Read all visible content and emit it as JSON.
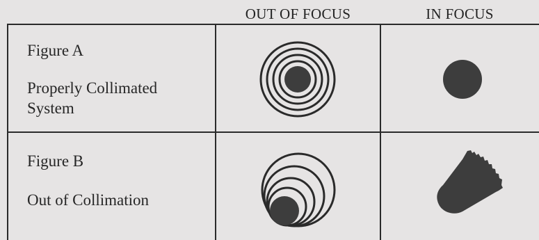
{
  "headers": {
    "out_of_focus": "OUT OF FOCUS",
    "in_focus": "IN FOCUS"
  },
  "rows": [
    {
      "figure": "Figure A",
      "description_line1": "Properly Collimated",
      "description_line2": "System"
    },
    {
      "figure": "Figure B",
      "description_line1": "Out of Collimation",
      "description_line2": ""
    }
  ],
  "colors": {
    "background": "#e6e4e4",
    "ink": "#2a2a2a",
    "dot": "#3d3d3d"
  }
}
